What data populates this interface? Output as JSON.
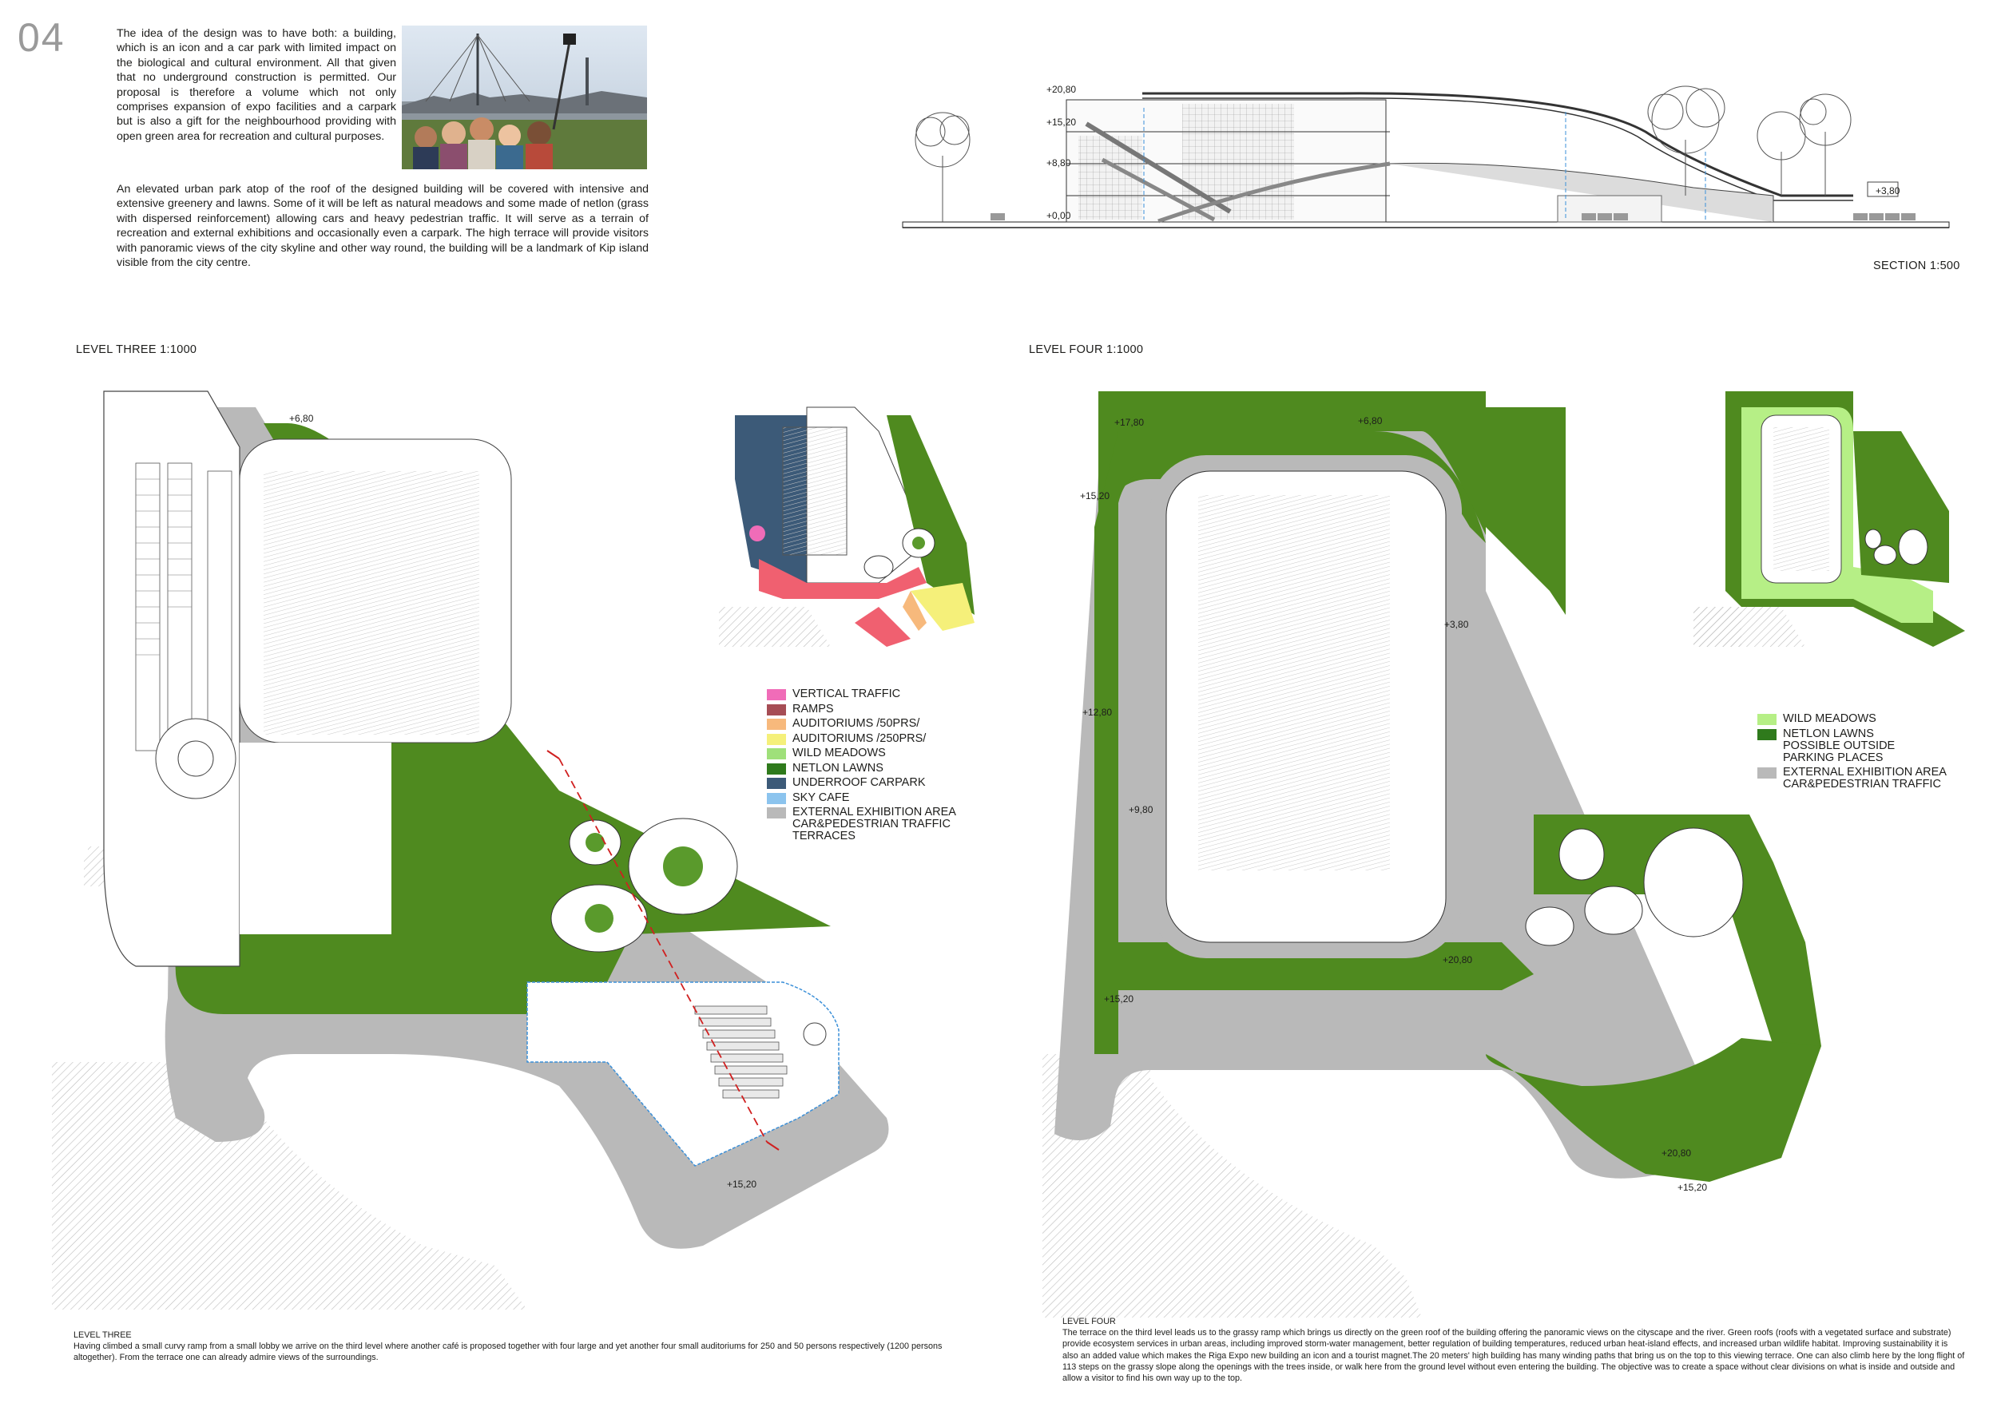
{
  "page_number": "04",
  "intro": {
    "paragraph_1": "The idea of the design was to have both: a building, which is an icon and a car park with limited impact on the biological and cultural environment. All that given that no underground construction is permitted. Our proposal is therefore a volume which not only comprises expansion of expo facilities and a carpark but is also a gift for the neighbourhood providing with open green area for recreation and cultural purposes.",
    "paragraph_2": "An elevated urban park atop of the roof of the designed building will be covered with intensive and extensive greenery and lawns. Some of it will be left as natural meadows and some made of netlon (grass with dispersed reinforcement) allowing cars and heavy pedestrian traffic. It will serve as a terrain of recreation and external exhibitions and occasionally even a carpark. The high terrace will provide visitors with panoramic views of the city skyline and other way round, the building will be a landmark of Kip island visible from the city centre."
  },
  "section": {
    "title": "SECTION 1:500",
    "levels": [
      "+20,80",
      "+15,20",
      "+8,80",
      "+0,00",
      "+3,80"
    ]
  },
  "level_three": {
    "title": "LEVEL THREE 1:1000",
    "elevations": [
      "+6,80",
      "+15,20"
    ],
    "legend": [
      {
        "label": "VERTICAL TRAFFIC",
        "color": "#f06cb8"
      },
      {
        "label": "RAMPS",
        "color": "#a64d55"
      },
      {
        "label": "AUDITORIUMS /50PRS/",
        "color": "#f7b97c"
      },
      {
        "label": "AUDITORIUMS /250PRS/",
        "color": "#f5f07a"
      },
      {
        "label": "WILD MEADOWS",
        "color": "#9fe07a"
      },
      {
        "label": "NETLON LAWNS",
        "color": "#2f7a1c"
      },
      {
        "label": "UNDERROOF CARPARK",
        "color": "#3c5a78"
      },
      {
        "label": "SKY CAFE",
        "color": "#8cc4ee"
      },
      {
        "label": "EXTERNAL EXHIBITION AREA\nCAR&PEDESTRIAN TRAFFIC\nTERRACES",
        "color": "#b9b9b9"
      }
    ],
    "caption_title": "LEVEL THREE",
    "caption_text": "Having climbed a small curvy ramp from a small lobby we arrive on the third level where another café is proposed together with four large and yet another four small auditoriums for 250 and 50 persons respectively (1200 persons altogether). From the terrace one can already admire views of the surroundings."
  },
  "level_four": {
    "title": "LEVEL FOUR 1:1000",
    "elevations": [
      "+17,80",
      "+6,80",
      "+15,20",
      "+3,80",
      "+12,80",
      "+9,80",
      "+20,80",
      "+15,20",
      "+20,80",
      "+15,20"
    ],
    "legend": [
      {
        "label": "WILD MEADOWS",
        "color": "#b6ef86"
      },
      {
        "label": "NETLON LAWNS\nPOSSIBLE OUTSIDE\nPARKING PLACES",
        "color": "#2f7a1c"
      },
      {
        "label": "EXTERNAL EXHIBITION AREA\nCAR&PEDESTRIAN TRAFFIC",
        "color": "#b9b9b9"
      }
    ],
    "caption_title": "LEVEL FOUR",
    "caption_text": "The terrace on the third level leads us to the grassy ramp which brings us directly on the green roof of the building offering the panoramic views on the cityscape and the river. Green roofs (roofs with a vegetated surface and substrate) provide ecosystem services in urban areas, including improved storm-water management, better regulation of building temperatures, reduced urban heat-island effects, and increased urban wildlife habitat. Improving sustainability it is also an added value which makes the Riga Expo new building an icon and a tourist magnet.The 20 meters' high building has many winding paths that bring us on the top to this viewing terrace. One can also climb here by the long flight of 113 steps on the grassy slope along the openings with the trees inside, or walk here from the ground level without even entering the building. The objective was to create a space without clear divisions on what is inside and outside and allow a visitor to find his own way up to the top."
  },
  "colors": {
    "lawn": "#4f8a1f",
    "road": "#b3b3b3",
    "hatch": "#c8c8c8",
    "line": "#2a2a2a"
  }
}
